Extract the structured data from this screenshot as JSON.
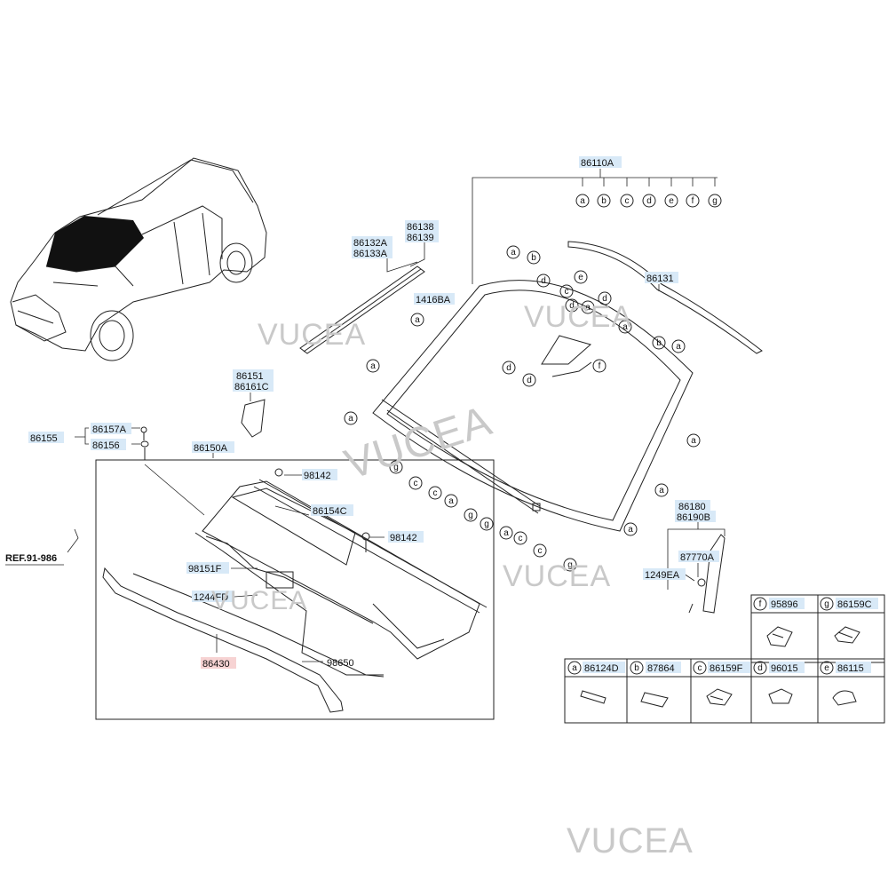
{
  "watermark": "VUCEA",
  "parts": {
    "p86110A": "86110A",
    "p86131": "86131",
    "p86138": "86138",
    "p86139": "86139",
    "p86132A": "86132A",
    "p86133A": "86133A",
    "p1416BA": "1416BA",
    "p86151": "86151",
    "p86161C": "86161C",
    "p86155": "86155",
    "p86157A": "86157A",
    "p86156": "86156",
    "p86150A": "86150A",
    "p98142a": "98142",
    "p86154C": "86154C",
    "p98142b": "98142",
    "p98151F": "98151F",
    "p1244FD": "1244FD",
    "p86430": "86430",
    "p98650": "98650",
    "pREF": "REF.91-986",
    "p86180": "86180",
    "p86190B": "86190B",
    "p87770A": "87770A",
    "p1249EA": "1249EA"
  },
  "callout_letters": [
    "a",
    "b",
    "c",
    "d",
    "e",
    "f",
    "g"
  ],
  "legend": {
    "top_row": [
      {
        "letter": "f",
        "part": "95896"
      },
      {
        "letter": "g",
        "part": "86159C"
      }
    ],
    "bottom_row": [
      {
        "letter": "a",
        "part": "86124D"
      },
      {
        "letter": "b",
        "part": "87864"
      },
      {
        "letter": "c",
        "part": "86159F"
      },
      {
        "letter": "d",
        "part": "96015"
      },
      {
        "letter": "e",
        "part": "86115"
      }
    ]
  },
  "colors": {
    "label_highlight": "#d8e9f7",
    "label_highlight_red": "#f7d3d3",
    "line": "#222222",
    "windshield_fill": "#111111",
    "watermark": "#c9c9c9"
  }
}
